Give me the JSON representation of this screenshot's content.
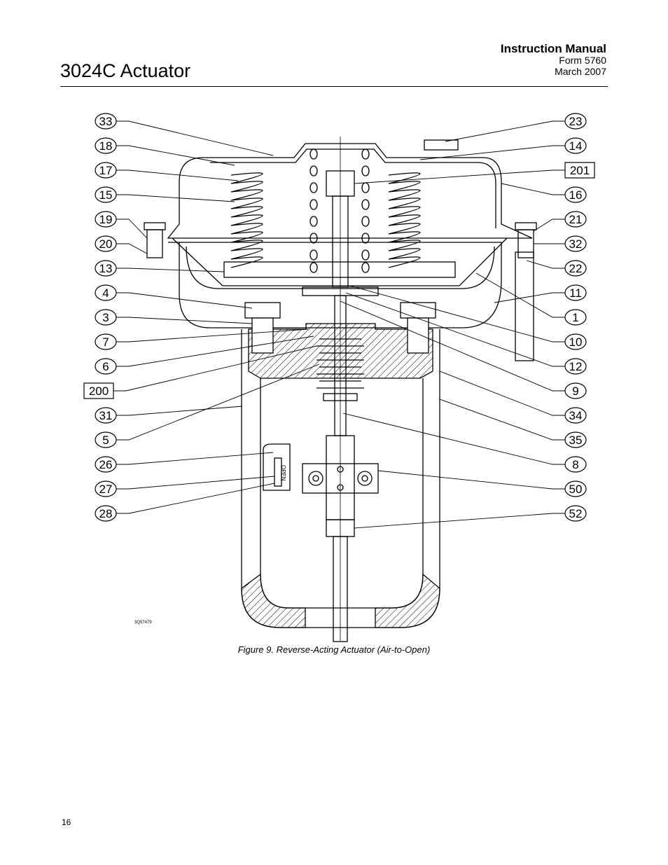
{
  "header": {
    "title": "3024C Actuator",
    "manual": "Instruction Manual",
    "form": "Form 5760",
    "date": "March 2007"
  },
  "figure": {
    "drawing_id": "3Q57479",
    "caption": "Figure 9. Reverse-Acting Actuator (Air-to-Open)",
    "indicator_label": "OPEN",
    "left_callouts": [
      "33",
      "18",
      "17",
      "15",
      "19",
      "20",
      "13",
      "4",
      "3",
      "7",
      "6",
      "200",
      "31",
      "5",
      "26",
      "27",
      "28"
    ],
    "right_callouts": [
      "23",
      "14",
      "201",
      "16",
      "21",
      "32",
      "22",
      "11",
      "1",
      "10",
      "12",
      "9",
      "34",
      "35",
      "8",
      "50",
      "52"
    ],
    "boxed_callouts": [
      "200",
      "201"
    ]
  },
  "footer": {
    "page_number": "16"
  }
}
